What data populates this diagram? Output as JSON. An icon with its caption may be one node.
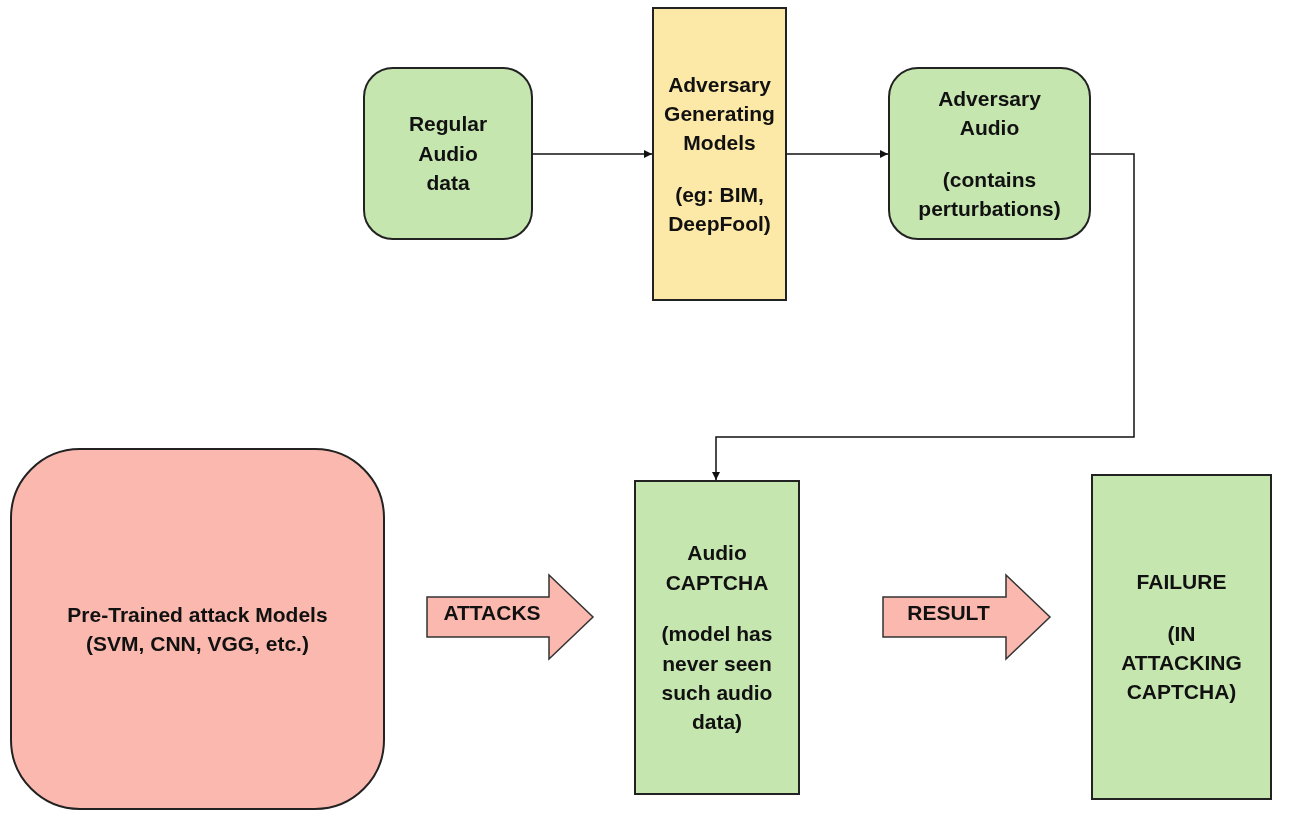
{
  "diagram": {
    "nodes": [
      {
        "text": [
          "Regular Audio data"
        ]
      },
      {
        "text": [
          "Adversary Generating Models",
          "(eg: BIM, DeepFool)"
        ]
      },
      {
        "text": [
          "Adversary Audio",
          "(contains perturbations)"
        ]
      },
      {
        "text": [
          "Pre-Trained attack Models (SVM, CNN, VGG, etc.)"
        ]
      },
      {
        "text": [
          "Audio CAPTCHA",
          "(model has never seen such audio data)"
        ]
      },
      {
        "text": [
          "FAILURE",
          "(IN ATTACKING CAPTCHA)"
        ]
      }
    ],
    "edges": [
      {
        "from": 0,
        "to": 1,
        "arrow": "to"
      },
      {
        "from": 1,
        "to": 2,
        "arrow": "to"
      },
      {
        "from": 2,
        "to": 4,
        "arrow": "to"
      },
      {
        "from": 3,
        "to": 4,
        "arrow": "to",
        "label": "ATTACKS",
        "style": "thick",
        "color": "#fbb8ae"
      },
      {
        "from": 4,
        "to": 5,
        "arrow": "to",
        "label": "RESULT",
        "style": "thick",
        "color": "#fbb8ae"
      }
    ]
  }
}
